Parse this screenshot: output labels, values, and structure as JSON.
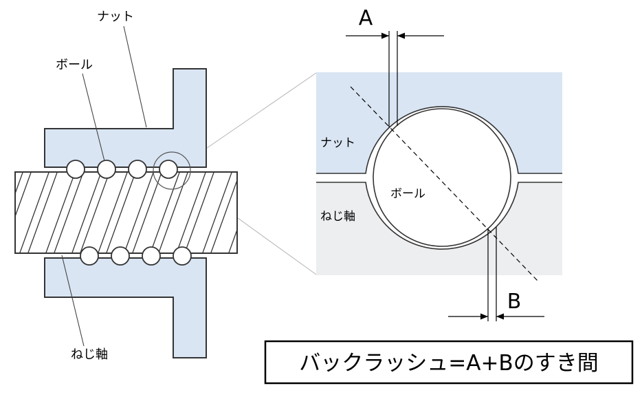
{
  "left_diagram": {
    "nut_label": "ナット",
    "ball_label": "ボール",
    "shaft_label": "ねじ軸"
  },
  "detail_view": {
    "nut_label": "ナット",
    "ball_label": "ボール",
    "shaft_label": "ねじ軸",
    "dim_a": "A",
    "dim_b": "B"
  },
  "formula_box": {
    "text": "バックラッシュ=A+Bのすき間"
  },
  "colors": {
    "nut_fill": "#d9e5f3",
    "shaft_fill": "#eceef0",
    "outline": "#333333"
  }
}
